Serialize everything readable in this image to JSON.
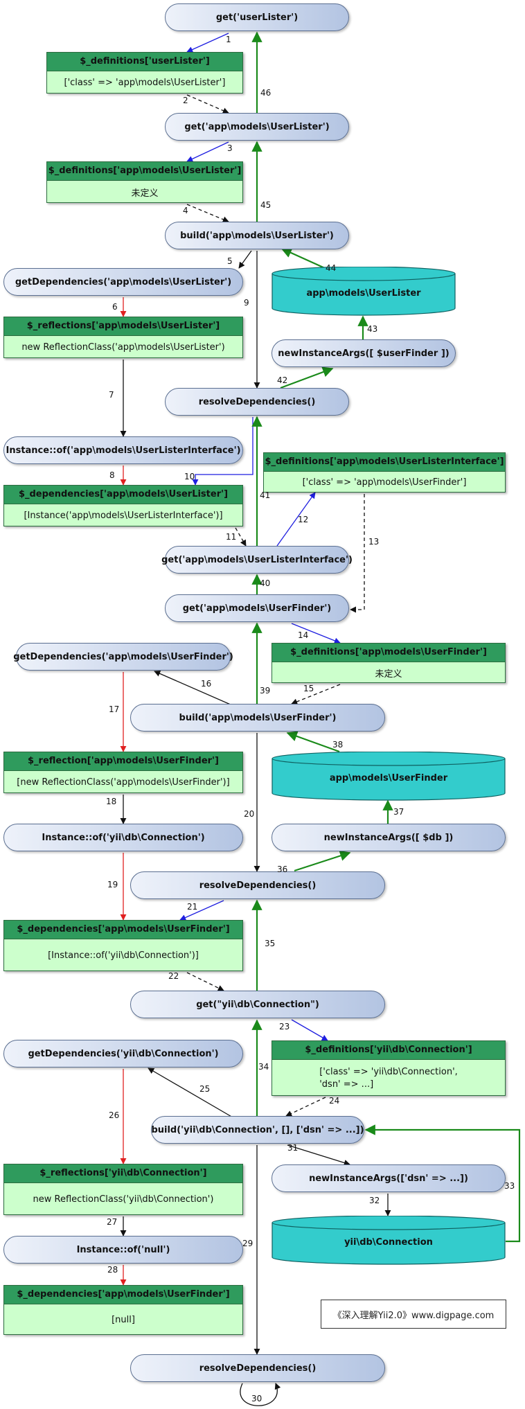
{
  "pills": {
    "get_userlister": "get('userLister')",
    "get_app_userlister": "get('app\\models\\UserLister')",
    "build_userlister": "build('app\\models\\UserLister')",
    "getdeps_userlister": "getDependencies('app\\models\\UserLister')",
    "newinstance_userfinder": "newInstanceArgs([ $userFinder ])",
    "resolve_1": "resolveDependencies()",
    "instance_interface": "Instance::of('app\\models\\UserListerInterface')",
    "get_interface": "get('app\\models\\UserListerInterface')",
    "get_userfinder": "get('app\\models\\UserFinder')",
    "getdeps_userfinder": "getDependencies('app\\models\\UserFinder')",
    "build_userfinder": "build('app\\models\\UserFinder')",
    "instance_connection": "Instance::of('yii\\db\\Connection')",
    "newinstance_db": "newInstanceArgs([ $db ])",
    "resolve_2": "resolveDependencies()",
    "get_connection": "get(\"yii\\db\\Connection\")",
    "getdeps_connection": "getDependencies('yii\\db\\Connection')",
    "build_connection": "build('yii\\db\\Connection', [], ['dsn' => ...])",
    "newinstance_dsn": "newInstanceArgs(['dsn' => ...])",
    "instance_null": "Instance::of('null')",
    "resolve_3": "resolveDependencies()"
  },
  "boxes": {
    "def_userlister": {
      "header": "$_definitions['userLister']",
      "body": [
        "['class' => 'app\\models\\UserLister']"
      ]
    },
    "def_app_userlister": {
      "header": "$_definitions['app\\models\\UserLister']",
      "body": [
        "未定义"
      ]
    },
    "refl_userlister": {
      "header": "$_reflections['app\\models\\UserLister']",
      "body": [
        "new ReflectionClass('app\\models\\UserLister')"
      ]
    },
    "def_interface": {
      "header": "$_definitions['app\\models\\UserListerInterface']",
      "body": [
        "['class' => 'app\\models\\UserFinder']"
      ]
    },
    "deps_userlister": {
      "header": "$_dependencies['app\\models\\UserLister']",
      "body": [
        "[Instance('app\\models\\UserListerInterface')]"
      ]
    },
    "def_userfinder": {
      "header": "$_definitions['app\\models\\UserFinder']",
      "body": [
        "未定义"
      ]
    },
    "refl_userfinder": {
      "header": "$_reflection['app\\models\\UserFinder']",
      "body": [
        "[new ReflectionClass('app\\models\\UserFinder')]"
      ]
    },
    "deps_userfinder": {
      "header": "$_dependencies['app\\models\\UserFinder']",
      "body": [
        "[Instance::of('yii\\db\\Connection')]"
      ]
    },
    "def_connection": {
      "header": "$_definitions['yii\\db\\Connection']",
      "body": [
        "['class' => 'yii\\db\\Connection',",
        "'dsn' => ...]"
      ]
    },
    "refl_connection": {
      "header": "$_reflections['yii\\db\\Connection']",
      "body": [
        "new ReflectionClass('yii\\db\\Connection')"
      ]
    },
    "deps_userfinder_null": {
      "header": "$_dependencies['app\\models\\UserFinder']",
      "body": [
        "[null]"
      ]
    }
  },
  "cylinders": {
    "userlister": "app\\models\\UserLister",
    "userfinder": "app\\models\\UserFinder",
    "connection": "yii\\db\\Connection"
  },
  "credit": "《深入理解Yii2.0》www.digpage.com",
  "colors": {
    "black": "#111111",
    "blue": "#1f1fe0",
    "red": "#e02020",
    "green": "#1a8a1a",
    "cylinder": "#33cccc",
    "box_header": "#2f9b5d",
    "box_body": "#ccffcc"
  },
  "edges": [
    {
      "label": "1",
      "color": "blue",
      "style": "solid"
    },
    {
      "label": "2",
      "color": "black",
      "style": "dashed"
    },
    {
      "label": "3",
      "color": "blue",
      "style": "solid"
    },
    {
      "label": "4",
      "color": "black",
      "style": "dashed"
    },
    {
      "label": "5",
      "color": "black",
      "style": "solid"
    },
    {
      "label": "6",
      "color": "red",
      "style": "solid"
    },
    {
      "label": "7",
      "color": "black",
      "style": "solid"
    },
    {
      "label": "8",
      "color": "red",
      "style": "solid"
    },
    {
      "label": "9",
      "color": "black",
      "style": "solid"
    },
    {
      "label": "10",
      "color": "blue",
      "style": "solid"
    },
    {
      "label": "11",
      "color": "black",
      "style": "dashed"
    },
    {
      "label": "12",
      "color": "blue",
      "style": "solid"
    },
    {
      "label": "13",
      "color": "black",
      "style": "dashed"
    },
    {
      "label": "14",
      "color": "blue",
      "style": "solid"
    },
    {
      "label": "15",
      "color": "black",
      "style": "dashed"
    },
    {
      "label": "16",
      "color": "black",
      "style": "solid"
    },
    {
      "label": "17",
      "color": "red",
      "style": "solid"
    },
    {
      "label": "18",
      "color": "black",
      "style": "solid"
    },
    {
      "label": "19",
      "color": "red",
      "style": "solid"
    },
    {
      "label": "20",
      "color": "black",
      "style": "solid"
    },
    {
      "label": "21",
      "color": "blue",
      "style": "solid"
    },
    {
      "label": "22",
      "color": "black",
      "style": "dashed"
    },
    {
      "label": "23",
      "color": "blue",
      "style": "solid"
    },
    {
      "label": "24",
      "color": "black",
      "style": "dashed"
    },
    {
      "label": "25",
      "color": "black",
      "style": "solid"
    },
    {
      "label": "26",
      "color": "red",
      "style": "solid"
    },
    {
      "label": "27",
      "color": "black",
      "style": "solid"
    },
    {
      "label": "28",
      "color": "red",
      "style": "solid"
    },
    {
      "label": "29",
      "color": "black",
      "style": "solid"
    },
    {
      "label": "30",
      "color": "black",
      "style": "solid"
    },
    {
      "label": "31",
      "color": "black",
      "style": "solid"
    },
    {
      "label": "32",
      "color": "black",
      "style": "solid"
    },
    {
      "label": "33",
      "color": "green",
      "style": "solid"
    },
    {
      "label": "34",
      "color": "green",
      "style": "solid"
    },
    {
      "label": "35",
      "color": "green",
      "style": "solid"
    },
    {
      "label": "36",
      "color": "green",
      "style": "solid"
    },
    {
      "label": "37",
      "color": "green",
      "style": "solid"
    },
    {
      "label": "38",
      "color": "green",
      "style": "solid"
    },
    {
      "label": "39",
      "color": "green",
      "style": "solid"
    },
    {
      "label": "40",
      "color": "green",
      "style": "solid"
    },
    {
      "label": "41",
      "color": "green",
      "style": "solid"
    },
    {
      "label": "42",
      "color": "green",
      "style": "solid"
    },
    {
      "label": "43",
      "color": "green",
      "style": "solid"
    },
    {
      "label": "44",
      "color": "green",
      "style": "solid"
    },
    {
      "label": "45",
      "color": "green",
      "style": "solid"
    },
    {
      "label": "46",
      "color": "green",
      "style": "solid"
    }
  ]
}
